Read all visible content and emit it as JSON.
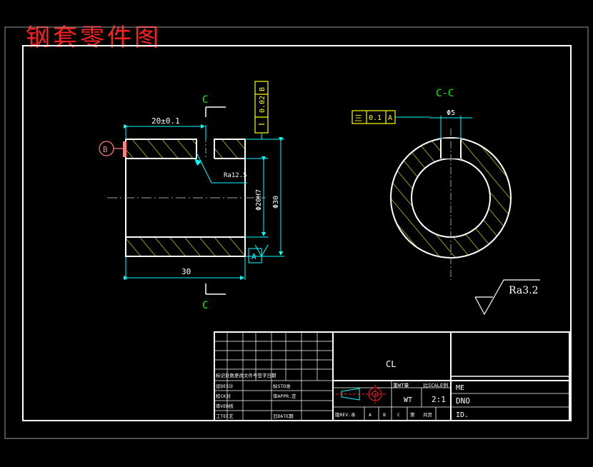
{
  "title": "钢套零件图",
  "colors": {
    "outline": "#ffffff",
    "dimension": "#00ffff",
    "hatch": "#ffff00",
    "label": "#00ff00",
    "title": "#ff2020",
    "datum_b": "#ff8080",
    "centerline": "#a0a0a0"
  },
  "drawing": {
    "section_label_top": "C",
    "section_label_bottom": "C",
    "flatness_value": "0.02",
    "flatness_datum": "B",
    "dim_groove_pos": "20±0.1",
    "dim_length": "30",
    "dim_bore": "Φ20H7",
    "dim_outer": "Φ30",
    "roughness_local": "Ra12.5",
    "datum_b": "B",
    "datum_a": "A",
    "section_view_label": "C-C",
    "keyway_width": "Φ5",
    "symmetry_symbol": "三",
    "symmetry_value": "0.1",
    "symmetry_datum": "A",
    "roughness_general": "Ra3.2"
  },
  "title_block": {
    "material_code": "CL",
    "scale_header": "比SCALE例",
    "scale_value": "2:1",
    "weight_header": "重WT量",
    "weight_value": "WT",
    "me": "ME",
    "dno": "DNO",
    "id": "ID.",
    "revision_label": "版REV.本",
    "rev_cells": [
      "A",
      "B",
      "C",
      "第",
      "共页"
    ],
    "rows_left": [
      "标记处数更改文件号签字日期",
      "设DES计",
      "校CK对",
      "审VER核",
      "工TEC艺"
    ],
    "rows_mid": [
      "标STD准",
      "审APPR.定",
      "日DATE期"
    ]
  }
}
